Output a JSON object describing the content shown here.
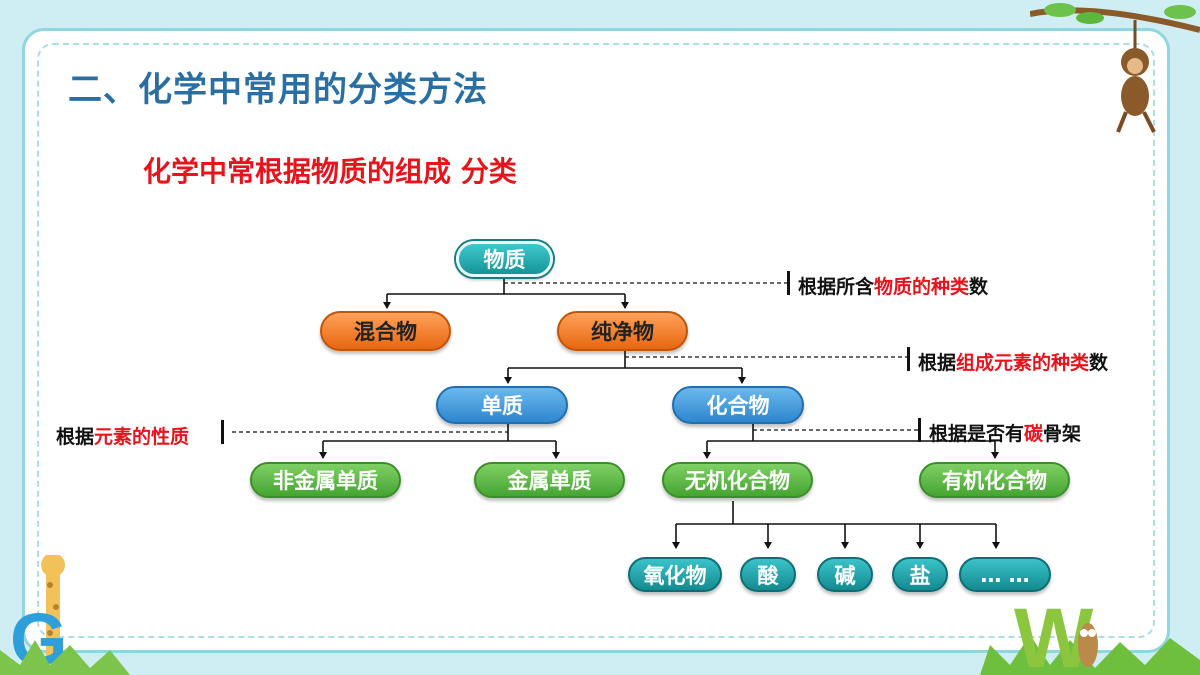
{
  "title": "二、化学中常用的分类方法",
  "subtitle": "化学中常根据物质的组成 分类",
  "nodes": {
    "root": "物质",
    "mixture": "混合物",
    "pure": "纯净物",
    "element": "单质",
    "compound": "化合物",
    "nonmetal": "非金属单质",
    "metal": "金属单质",
    "inorganic": "无机化合物",
    "organic": "有机化合物",
    "oxide": "氧化物",
    "acid": "酸",
    "base": "碱",
    "salt": "盐",
    "more": "… …"
  },
  "notes": {
    "n1": {
      "pre": "根据所含",
      "red": "物质的种类",
      "post": "数"
    },
    "n2": {
      "pre": "根据",
      "red": "组成元素的种类",
      "post": "数"
    },
    "n3": {
      "pre": "根据",
      "red": "元素的性质",
      "post": ""
    },
    "n4": {
      "pre": "根据是否有",
      "red": "碳",
      "post": "骨架"
    }
  },
  "decorations": {
    "left_letter": "G",
    "right_letter": "W"
  },
  "colors": {
    "title": "#2a6fa3",
    "accent_red": "#e8141b",
    "teal": "#138a90",
    "orange": "#e8670f",
    "blue": "#2e86cf",
    "green": "#45a531"
  }
}
